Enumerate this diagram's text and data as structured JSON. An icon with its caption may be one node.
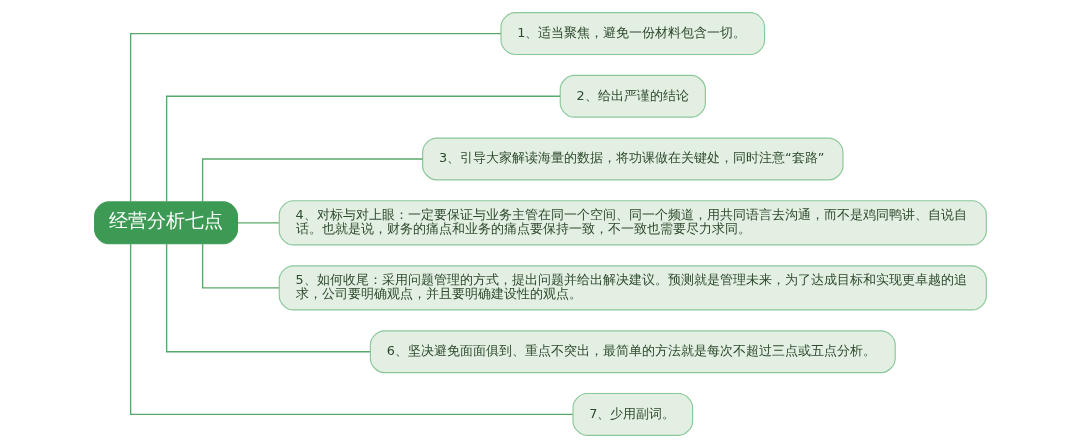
{
  "diagram": {
    "nodes": [
      {
        "text": [
          "经营分析七点"
        ]
      },
      {
        "text": [
          "1、适当聚焦，避免一份材料包含一切。"
        ]
      },
      {
        "text": [
          "2、给出严谨的结论"
        ]
      },
      {
        "text": [
          "3、引导大家解读海量的数据，将功课做在关键处，同时注意“套路”"
        ]
      },
      {
        "text": [
          "4、对标与对上眼：一定要保证与业务主管在同一个空间、同一个频道，用共同语言去沟通，而不是鸡同鸭讲、自说自话。也就是说，财务的痛点和业务的痛点要保持一致，不一致也需要尽力求同。"
        ]
      },
      {
        "text": [
          "5、如何收尾：采用问题管理的方式，提出问题并给出解决建议。预测就是管理未来，为了达成目标和实现更卓越的追求，公司要明确观点，并且要明确建设性的观点。"
        ]
      },
      {
        "text": [
          "6、坚决避免面面俱到、重点不突出，最简单的方法就是每次不超过三点或五点分析。"
        ]
      },
      {
        "text": [
          "7、少用副词。"
        ]
      }
    ],
    "edges": [
      {
        "from": 0,
        "to": 1,
        "arrow": "none"
      },
      {
        "from": 0,
        "to": 2,
        "arrow": "none"
      },
      {
        "from": 0,
        "to": 3,
        "arrow": "none"
      },
      {
        "from": 0,
        "to": 4,
        "arrow": "none"
      },
      {
        "from": 0,
        "to": 5,
        "arrow": "none"
      },
      {
        "from": 0,
        "to": 6,
        "arrow": "none"
      },
      {
        "from": 0,
        "to": 7,
        "arrow": "none"
      }
    ]
  }
}
